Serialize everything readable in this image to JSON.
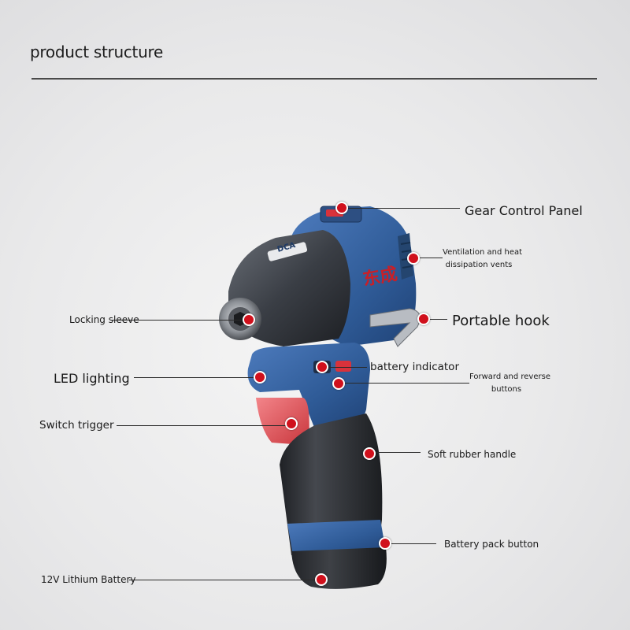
{
  "title": "product structure",
  "tool": {
    "brand_mark": "DCA",
    "body_text": "东成"
  },
  "callouts": {
    "gear_control_panel": "Gear Control Panel",
    "ventilation_line1": "Ventilation and heat",
    "ventilation_line2": "dissipation vents",
    "locking_sleeve": "Locking sleeve",
    "portable_hook": "Portable hook",
    "led_lighting": "LED lighting",
    "battery_indicator": "battery indicator",
    "forward_reverse_line1": "Forward and reverse",
    "forward_reverse_line2": "buttons",
    "switch_trigger": "Switch trigger",
    "soft_rubber_handle": "Soft rubber handle",
    "battery_pack_button": "Battery pack button",
    "lithium_battery": "12V Lithium Battery"
  },
  "colors": {
    "marker": "#d0101c",
    "body_blue": "#2f5b97",
    "handle_dark": "#2b2d31",
    "trigger_red": "#e0484d"
  }
}
